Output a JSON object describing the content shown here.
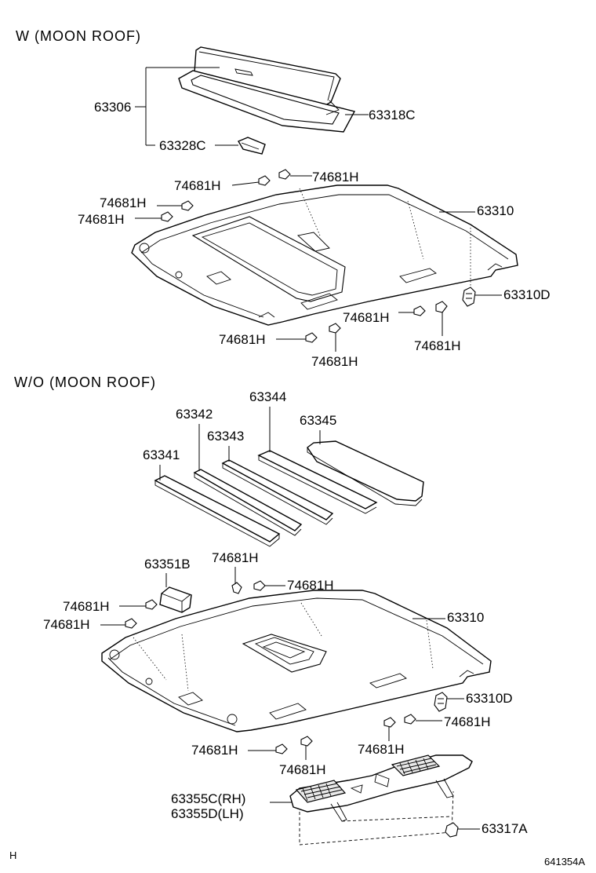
{
  "sections": {
    "with_moon_roof": "W (MOON  ROOF)",
    "without_moon_roof": "W/O (MOON  ROOF)"
  },
  "labels": {
    "p63306": "63306",
    "p63318C": "63318C",
    "p63328C": "63328C",
    "p74681H": "74681H",
    "p63310": "63310",
    "p63310D": "63310D",
    "p63341": "63341",
    "p63342": "63342",
    "p63343": "63343",
    "p63344": "63344",
    "p63345": "63345",
    "p63351B": "63351B",
    "p63355C": "63355C(RH)",
    "p63355D": "63355D(LH)",
    "p63317A": "63317A"
  },
  "footer": {
    "left_mark": "H",
    "diagram_id": "641354A"
  }
}
